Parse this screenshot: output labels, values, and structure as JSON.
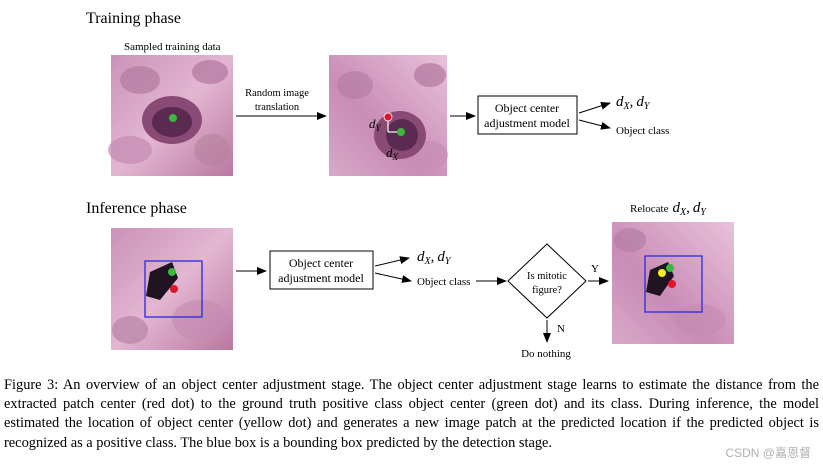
{
  "training": {
    "title": "Training phase",
    "sampled_label": "Sampled training data",
    "translation_line1": "Random image",
    "translation_line2": "translation",
    "dy": "d",
    "dy_sub": "Y",
    "dx": "d",
    "dx_sub": "X",
    "model_line1": "Object center",
    "model_line2": "adjustment model",
    "out_d1": "d",
    "out_d1_sub": "X",
    "out_comma": ",",
    "out_d2": "d",
    "out_d2_sub": "Y",
    "out_class": "Object class"
  },
  "inference": {
    "title": "Inference phase",
    "model_line1": "Object center",
    "model_line2": "adjustment model",
    "out_d1": "d",
    "out_d1_sub": "X",
    "out_comma": ",",
    "out_d2": "d",
    "out_d2_sub": "Y",
    "out_class": "Object class",
    "diamond_line1": "Is mitotic",
    "diamond_line2": "figure?",
    "yes": "Y",
    "no": "N",
    "do_nothing": "Do nothing",
    "relocate": "Relocate",
    "rel_d1": "d",
    "rel_d1_sub": "X",
    "rel_comma": ",",
    "rel_d2": "d",
    "rel_d2_sub": "Y"
  },
  "caption": "Figure 3: An overview of an object center adjustment stage. The object center adjustment stage learns to estimate the distance from the extracted patch center (red dot) to the ground truth positive class object center (green dot) and its class. During inference, the model estimated the location of object center (yellow dot) and generates a new image patch at the predicted location if the predicted object is recognized as a positive class. The blue box is a bounding box predicted by the detection stage.",
  "watermark": "CSDN @嘉恩督",
  "colors": {
    "red_dot": "#e0142a",
    "green_dot": "#3db83a",
    "yellow_dot": "#f4f21a",
    "blue_box": "#2a2ae0",
    "tissue_pink": "#d9a3c6",
    "nucleus": "#6b2f58"
  }
}
